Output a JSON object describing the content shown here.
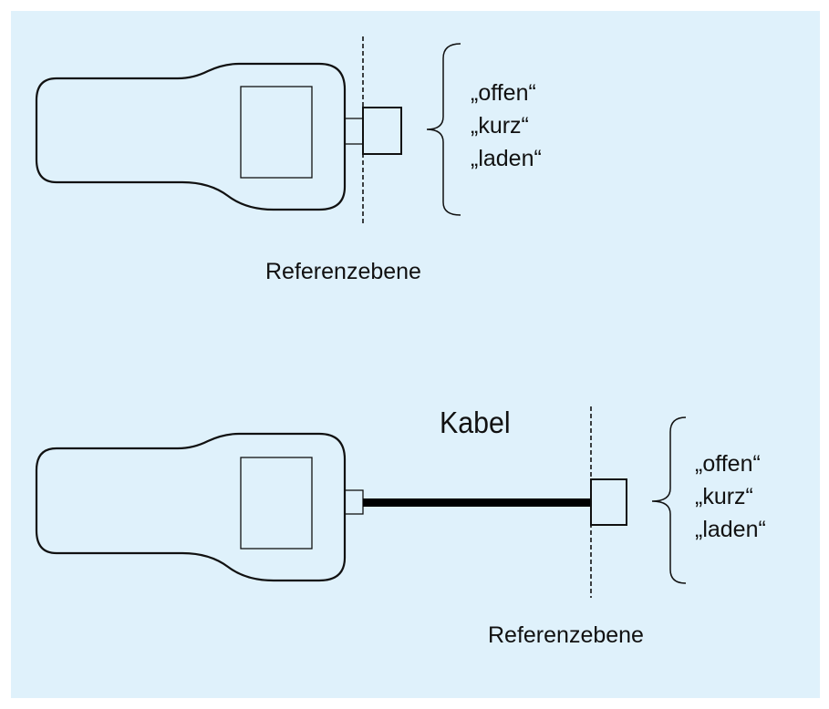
{
  "colors": {
    "panel_background": "#dff1fb",
    "line": "#111111",
    "cable": "#000000"
  },
  "icons": {
    "device": "handheld-analyzer-icon",
    "connector": "port-connector-icon",
    "calibration_standard": "calibration-standard-icon",
    "brace": "curly-brace-icon"
  },
  "diagram_top": {
    "standards": [
      "„offen“",
      "„kurz“",
      "„laden“"
    ],
    "reference_label": "Referenzebene"
  },
  "diagram_bottom": {
    "cable_label": "Kabel",
    "standards": [
      "„offen“",
      "„kurz“",
      "„laden“"
    ],
    "reference_label": "Referenzebene"
  }
}
